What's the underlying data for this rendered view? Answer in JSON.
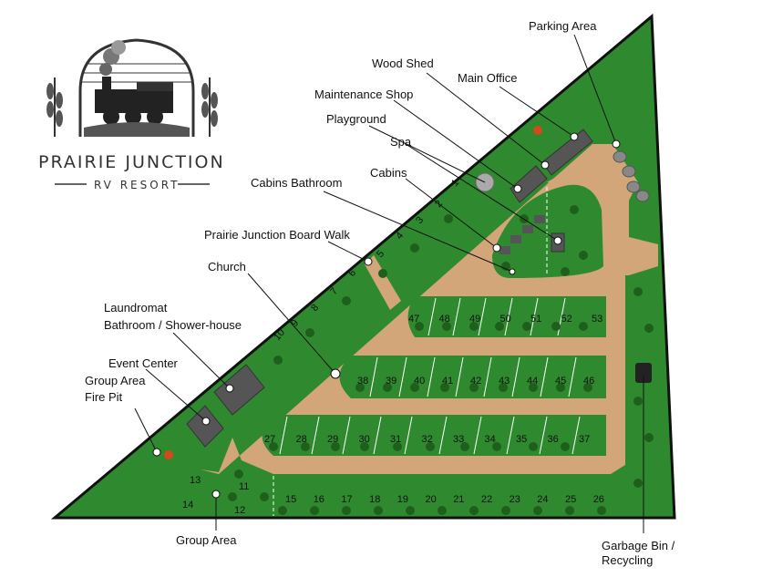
{
  "logo": {
    "title": "PRAIRIE JUNCTION",
    "subtitle": "RV RESORT",
    "emblem": "steam-locomotive-with-wheat-icon"
  },
  "labels": {
    "parking_area": "Parking Area",
    "wood_shed": "Wood Shed",
    "main_office": "Main Office",
    "maintenance_shop": "Maintenance Shop",
    "playground": "Playground",
    "spa": "Spa",
    "cabins": "Cabins",
    "cabins_bathroom": "Cabins Bathroom",
    "board_walk": "Prairie Junction Board Walk",
    "church": "Church",
    "laundromat_line1": "Laundromat",
    "laundromat_line2": "Bathroom / Shower-house",
    "event_center": "Event Center",
    "group_fire_line1": "Group Area",
    "group_fire_line2": "Fire Pit",
    "group_area": "Group Area",
    "garbage_line1": "Garbage Bin /",
    "garbage_line2": "Recycling"
  },
  "sites": {
    "row_top": [
      "47",
      "48",
      "49",
      "50",
      "51",
      "52",
      "53"
    ],
    "row_38": [
      "38",
      "39",
      "40",
      "41",
      "42",
      "43",
      "44",
      "45",
      "46"
    ],
    "row_27": [
      "27",
      "28",
      "29",
      "30",
      "31",
      "32",
      "33",
      "34",
      "35",
      "36",
      "37"
    ],
    "row_bottom": [
      "15",
      "16",
      "17",
      "18",
      "19",
      "20",
      "21",
      "22",
      "23",
      "24",
      "25",
      "26"
    ],
    "left_edge": [
      "1",
      "2",
      "3",
      "4",
      "5",
      "6",
      "7",
      "8",
      "9",
      "10"
    ],
    "left_corner": [
      "11",
      "12",
      "13",
      "14"
    ]
  },
  "colors": {
    "grass": "#2f8a2f",
    "grass_dark": "#1f5f1c",
    "road": "#d2a679",
    "border": "#111111"
  }
}
